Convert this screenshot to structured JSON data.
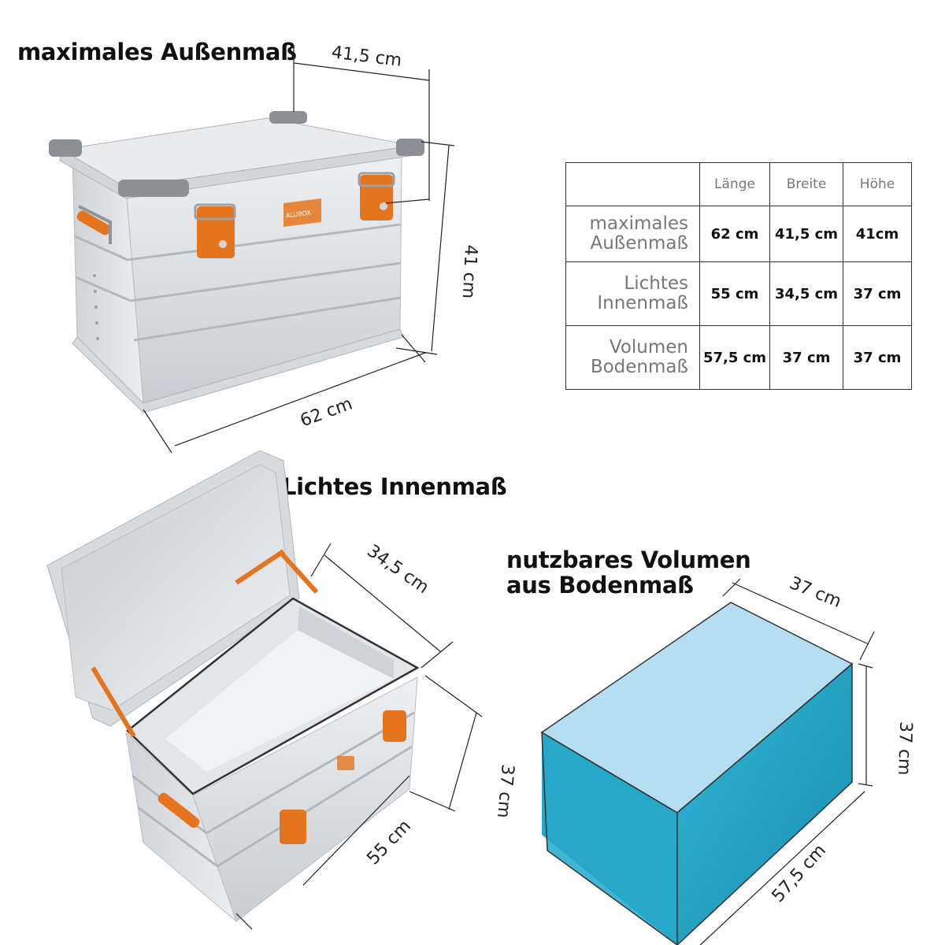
{
  "headings": {
    "outer": "maximales Außenmaß",
    "inner": "Lichtes Innenmaß",
    "volume_line1": "nutzbares Volumen",
    "volume_line2": "aus Bodenmaß"
  },
  "closed_box": {
    "brand_plate": "ALUBOX",
    "dim_width": "41,5 cm",
    "dim_height": "41 cm",
    "dim_length": "62 cm"
  },
  "open_box": {
    "dim_width": "34,5 cm",
    "dim_height": "37 cm",
    "dim_length": "55 cm"
  },
  "volume_block": {
    "dim_width": "37 cm",
    "dim_height": "37 cm",
    "dim_length": "57,5 cm",
    "fill_color": "#2aaed0",
    "top_color": "#b5def2"
  },
  "table": {
    "columns": [
      "Länge",
      "Breite",
      "Höhe"
    ],
    "rows": [
      {
        "label_line1": "maximales",
        "label_line2": "Außenmaß",
        "values": [
          "62 cm",
          "41,5 cm",
          "41cm"
        ]
      },
      {
        "label_line1": "Lichtes",
        "label_line2": "Innenmaß",
        "values": [
          "55 cm",
          "34,5 cm",
          "37 cm"
        ]
      },
      {
        "label_line1": "Volumen",
        "label_line2": "Bodenmaß",
        "values": [
          "57,5 cm",
          "37 cm",
          "37 cm"
        ]
      }
    ]
  },
  "colors": {
    "aluminium": "#dcdfe2",
    "latch_orange": "#e5741f",
    "corner_grey": "#8c9094"
  }
}
